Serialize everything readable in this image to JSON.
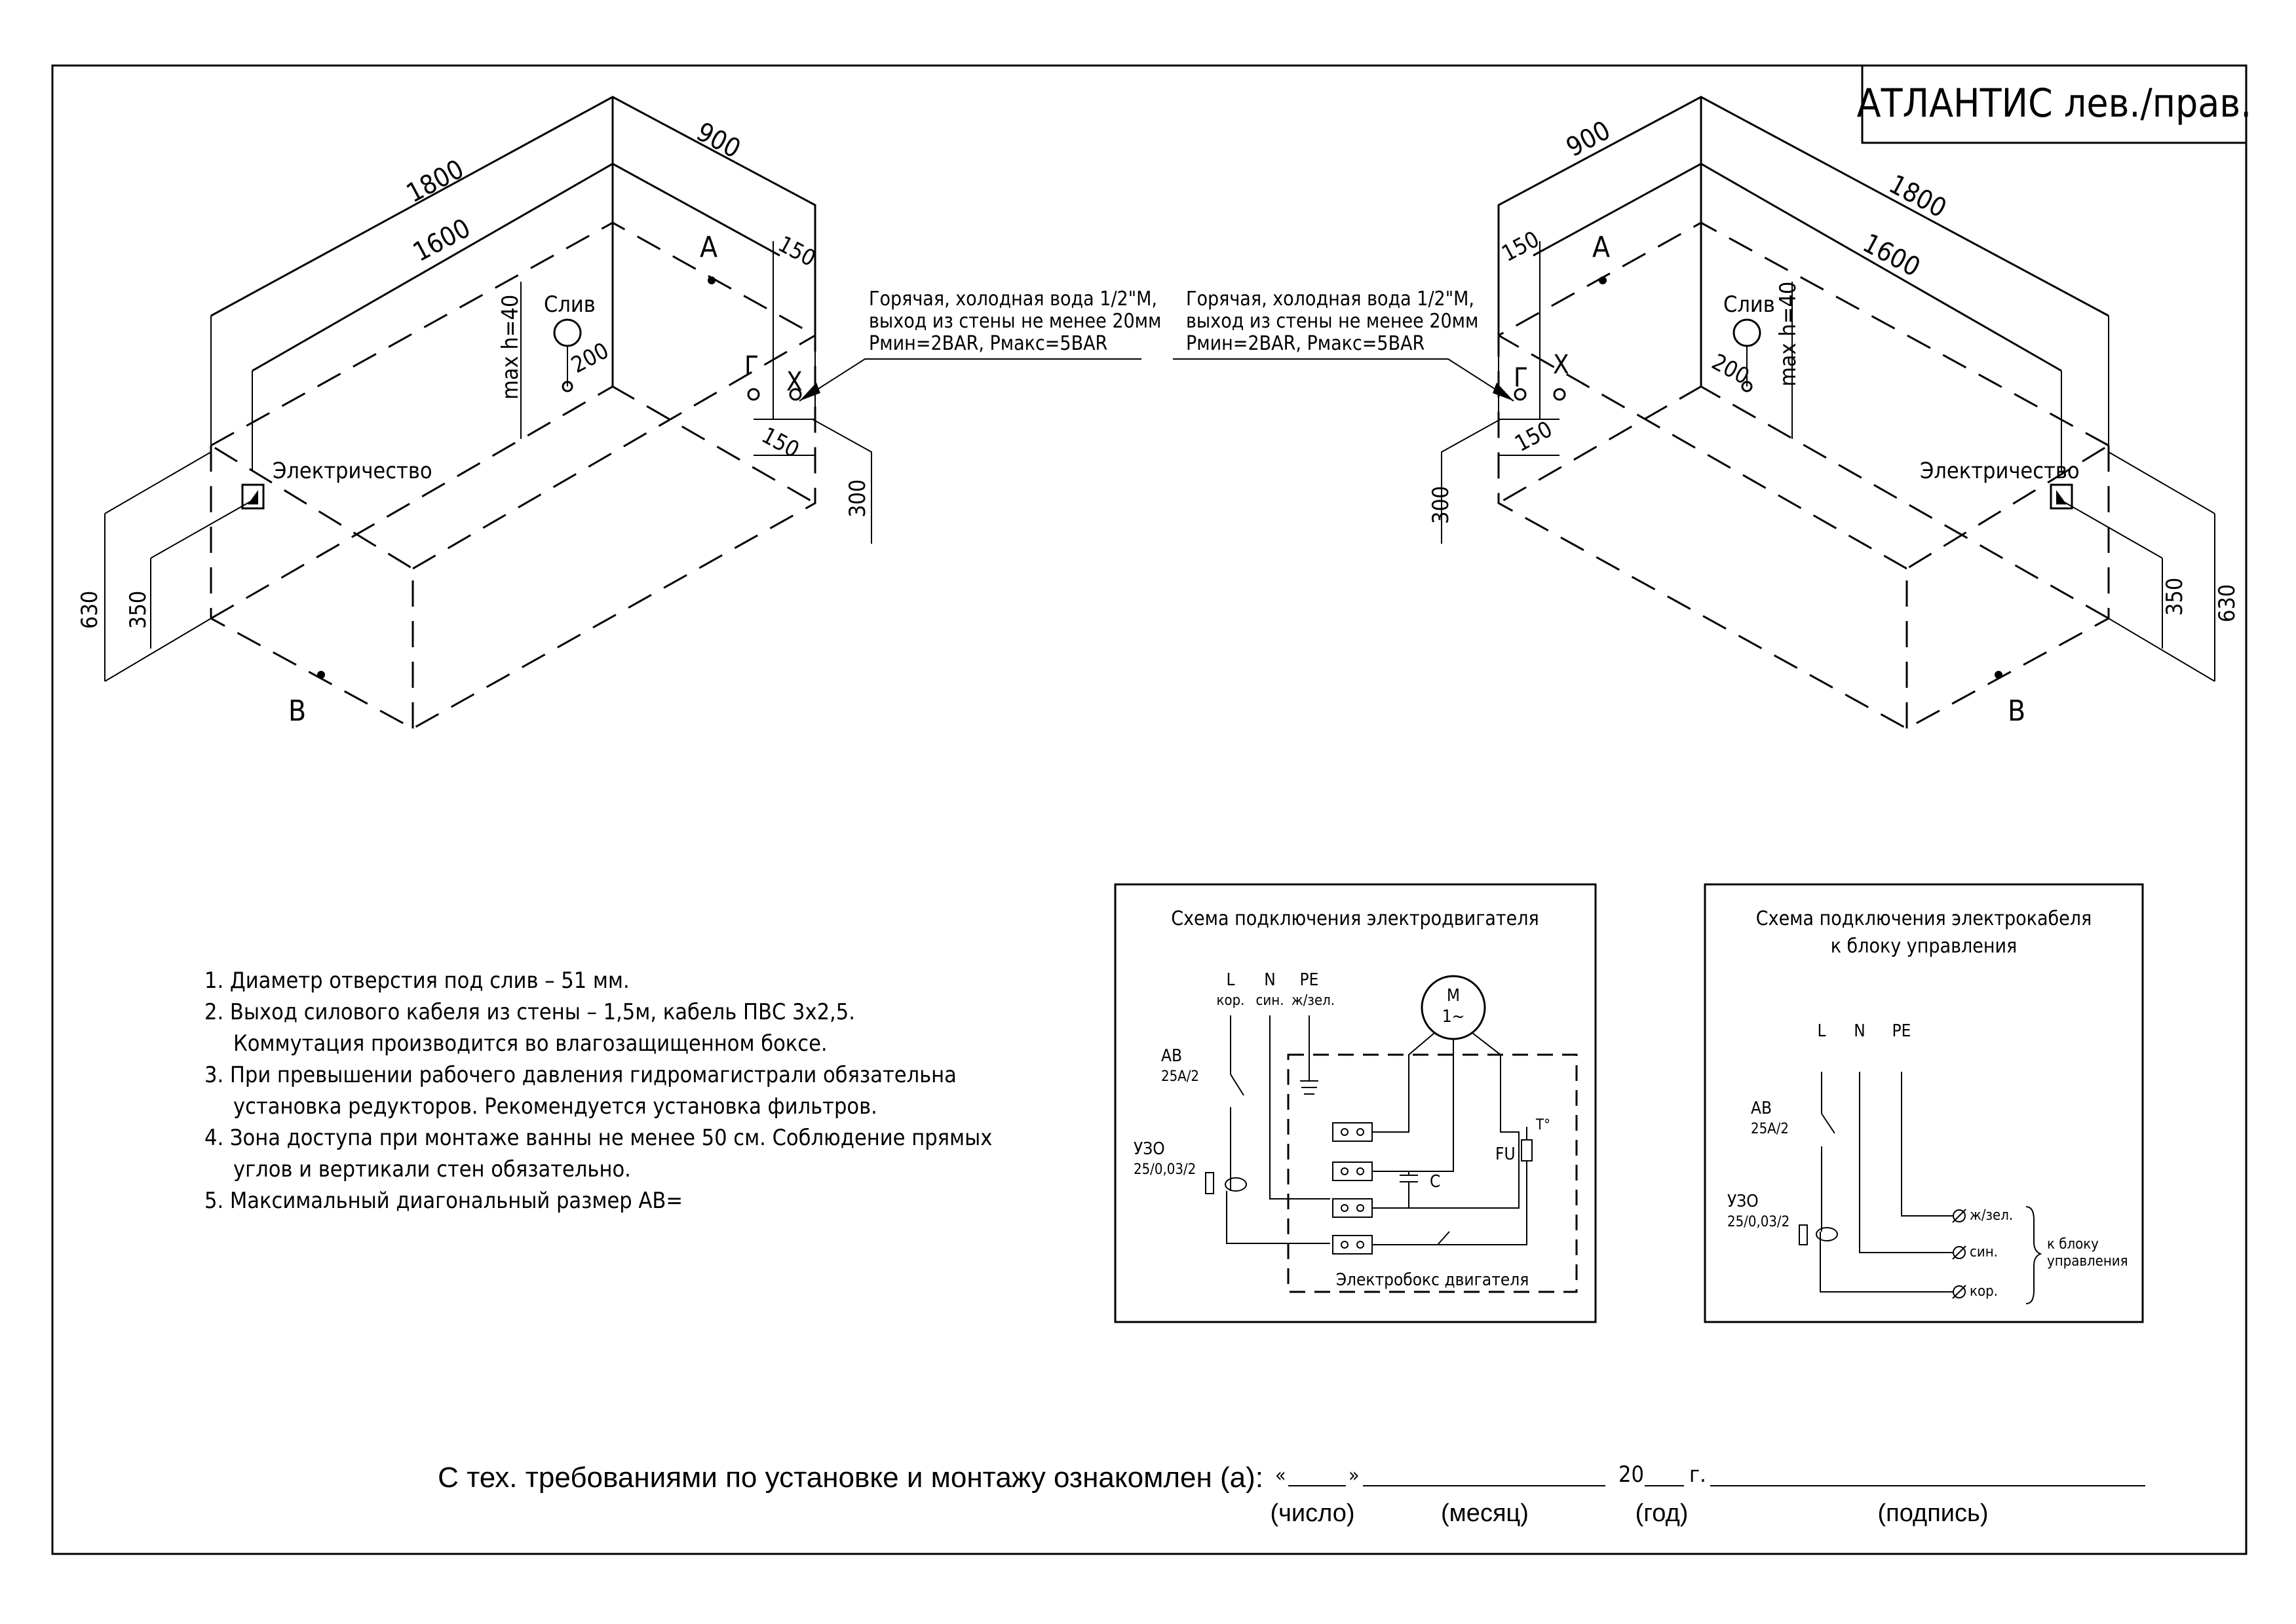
{
  "title": "АТЛАНТИС лев./прав.",
  "dims": {
    "d1800": "1800",
    "d1600": "1600",
    "d900": "900",
    "d150": "150",
    "d200": "200",
    "d300": "300",
    "d630": "630",
    "d350": "350",
    "max_h": "max h=40"
  },
  "labels": {
    "drain": "Слив",
    "electricity": "Электричество",
    "point_a": "А",
    "point_b": "В",
    "hot": "Г",
    "cold": "Х"
  },
  "water_note": [
    "Горячая, холодная вода 1/2\"М,",
    "выход из стены не менее 20мм",
    "Рмин=2BAR, Рмакс=5BAR"
  ],
  "notes": [
    "1. Диаметр отверстия под слив  – 51 мм.",
    "2. Выход силового кабеля из стены – 1,5м, кабель ПВС 3х2,5.",
    "Коммутация производится во влагозащищенном боксе.",
    "3. При превышении рабочего давления гидромагистрали обязательна",
    "установка редукторов. Рекомендуется установка фильтров.",
    "4. Зона доступа при монтаже ванны не менее 50 см. Соблюдение прямых",
    "углов и вертикали стен обязательно.",
    "5. Максимальный диагональный размер АВ="
  ],
  "motor_scheme": {
    "title": "Схема подключения электродвигателя",
    "l": "L",
    "n": "N",
    "pe": "PE",
    "l_sub": "кор.",
    "n_sub": "син.",
    "pe_sub": "ж/зел.",
    "ab": "АВ",
    "ab_rating": "25А/2",
    "uzo": "УЗО",
    "uzo_rating": "25/0,03/2",
    "motor": "М",
    "motor_phase": "1~",
    "fu": "FU",
    "t": "T°",
    "c": "С",
    "box": "Электробокс двигателя"
  },
  "cable_scheme": {
    "title_1": "Схема подключения электрокабеля",
    "title_2": "к блоку управления",
    "l": "L",
    "n": "N",
    "pe": "PE",
    "ab": "АВ",
    "ab_rating": "25А/2",
    "uzo": "УЗО",
    "uzo_rating": "25/0,03/2",
    "wire_pe": "ж/зел.",
    "wire_n": "син.",
    "wire_l": "кор.",
    "to_block_1": "к блоку",
    "to_block_2": "управления"
  },
  "signature": {
    "text": "С тех. требованиями по установке и монтажу ознакомлен (а):",
    "quote_open": "«",
    "quote_close": "»",
    "year_prefix": "20",
    "year_suffix": "г.",
    "day": "(число)",
    "month": "(месяц)",
    "year": "(год)",
    "sign": "(подпись)"
  }
}
